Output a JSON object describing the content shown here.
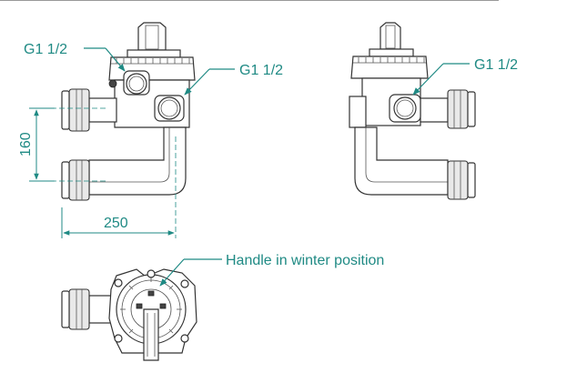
{
  "labels": {
    "left_top_port": "G1 1/2",
    "left_side_port": "G1 1/2",
    "right_port": "G1 1/2",
    "dimension_height": "160",
    "dimension_width": "250",
    "handle_note": "Handle in winter position"
  },
  "colors": {
    "annotation": "#1f8a84",
    "line": "#333333"
  }
}
